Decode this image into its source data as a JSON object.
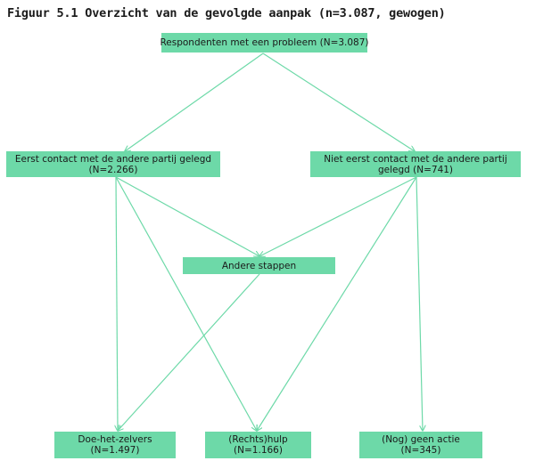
{
  "figure": {
    "number": "Figuur 5.1",
    "title": "Overzicht van de gevolgde aanpak (n=3.087, gewogen)"
  },
  "nodes": {
    "respondents": {
      "line1": "Respondenten met een probleem (N=3.087)"
    },
    "first_contact": {
      "line1": "Eerst contact met de andere partij gelegd",
      "line2": "(N=2.266)"
    },
    "no_first_contact": {
      "line1": "Niet eerst contact met de andere partij",
      "line2": "gelegd (N=741)"
    },
    "other_steps": {
      "line1": "Andere stappen"
    },
    "diy": {
      "line1": "Doe-het-zelvers",
      "line2": "(N=1.497)"
    },
    "legal_help": {
      "line1": "(Rechts)hulp",
      "line2": "(N=1.166)"
    },
    "no_action": {
      "line1": "(Nog) geen actie",
      "line2": "(N=345)"
    }
  },
  "colors": {
    "box_fill": "#6dd9a8",
    "arrow": "#6dd9a8",
    "text": "#1a1a1a"
  }
}
